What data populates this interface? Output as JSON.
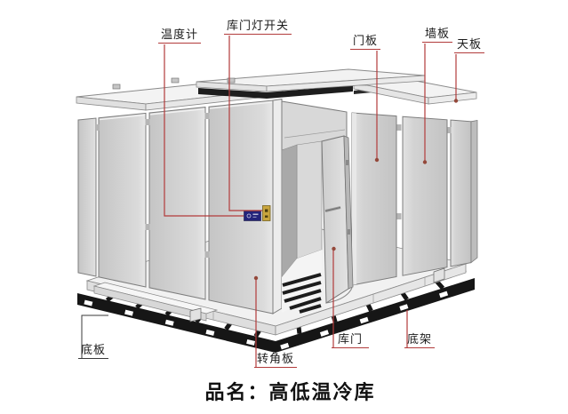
{
  "diagram": {
    "type": "labeled-technical-illustration",
    "subject": "cold-storage-room-exploded-view",
    "caption": "品名：高低温冷库",
    "labels": {
      "thermometer": "温度计",
      "door_light_switch": "库门灯开关",
      "door_panel": "门板",
      "wall_panel": "墙板",
      "ceiling_panel": "天板",
      "bottom_panel": "底板",
      "corner_panel": "转角板",
      "door": "库门",
      "base_frame": "底架"
    },
    "colors": {
      "callout_red": "#b23b3b",
      "callout_dark": "#3a3a3a",
      "panel_gray": "#d2d2d2",
      "roof_white": "#f3f3f3",
      "frame_black": "#161616",
      "thermometer_blue": "#23237a",
      "switch_yellow": "#c9a53d",
      "background": "#ffffff"
    }
  }
}
